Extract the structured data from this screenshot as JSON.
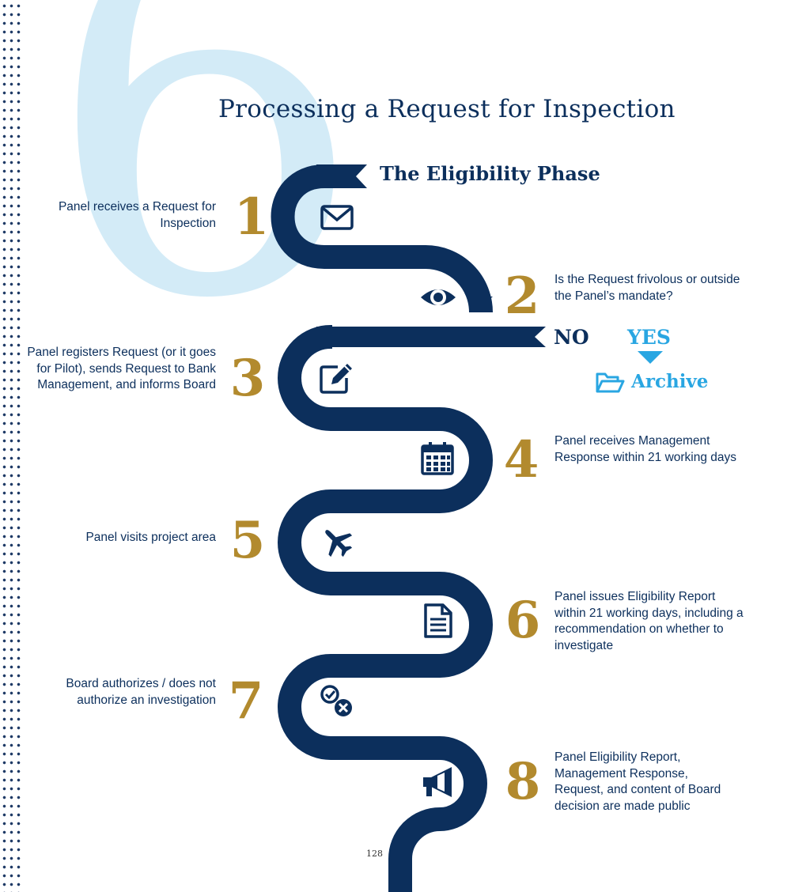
{
  "page": {
    "chapter_number": "6",
    "title": "Processing a Request for Inspection",
    "phase_title": "The Eligibility Phase",
    "page_number": "128"
  },
  "colors": {
    "navy": "#0c2f5c",
    "gold": "#b28a2e",
    "light_blue": "#d3ebf7",
    "accent_blue": "#29a6e2"
  },
  "steps": [
    {
      "number": "1",
      "text": "Panel receives a Request for Inspection",
      "icon": "envelope-icon"
    },
    {
      "number": "2",
      "text": "Is the Request frivolous or outside the Panel’s mandate?",
      "icon": "eye-icon"
    },
    {
      "number": "3",
      "text": "Panel registers Request (or it goes for Pilot), sends Request to Bank Management, and informs Board",
      "icon": "edit-icon"
    },
    {
      "number": "4",
      "text": "Panel receives Management Response within 21 working days",
      "icon": "calendar-icon"
    },
    {
      "number": "5",
      "text": "Panel visits project area",
      "icon": "airplane-icon"
    },
    {
      "number": "6",
      "text": "Panel issues Eligibility Report within 21 working days, including a recommendation on whether to investigate",
      "icon": "document-icon"
    },
    {
      "number": "7",
      "text": "Board authorizes / does not authorize an investigation",
      "icon": "check-cross-icon"
    },
    {
      "number": "8",
      "text": "Panel Eligibility Report, Management Response, Request, and content of Board decision are made public",
      "icon": "megaphone-icon"
    }
  ],
  "decision": {
    "no_label": "NO",
    "yes_label": "YES",
    "archive_label": "Archive",
    "archive_icon": "folder-open-icon"
  }
}
